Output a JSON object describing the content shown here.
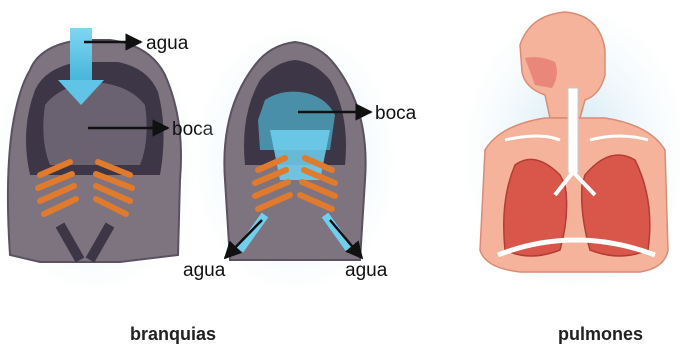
{
  "labels": {
    "fish1_water_in": "agua",
    "fish1_mouth": "boca",
    "fish2_mouth": "boca",
    "fish2_water_out_left": "agua",
    "fish2_water_out_right": "agua"
  },
  "captions": {
    "gills": "branquias",
    "lungs": "pulmones"
  },
  "colors": {
    "body_gray": "#7d7480",
    "body_dark": "#3c3646",
    "gill_orange": "#e07a2c",
    "water_cyan": "#6fd0ee",
    "skin": "#f4b39a",
    "lung_red": "#d9574a",
    "arrow": "#111111"
  }
}
